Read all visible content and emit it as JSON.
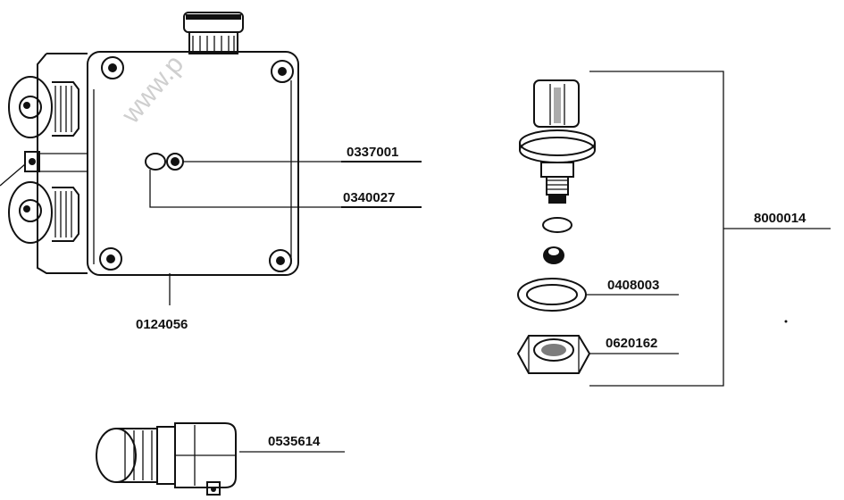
{
  "watermark": "www.p",
  "callouts": {
    "housing": "0124056",
    "screw": "0337001",
    "washer_small": "0340027",
    "valve_assembly": "8000014",
    "sealing_ring": "0408003",
    "nut": "0620162",
    "cable_gland": "0535614"
  }
}
